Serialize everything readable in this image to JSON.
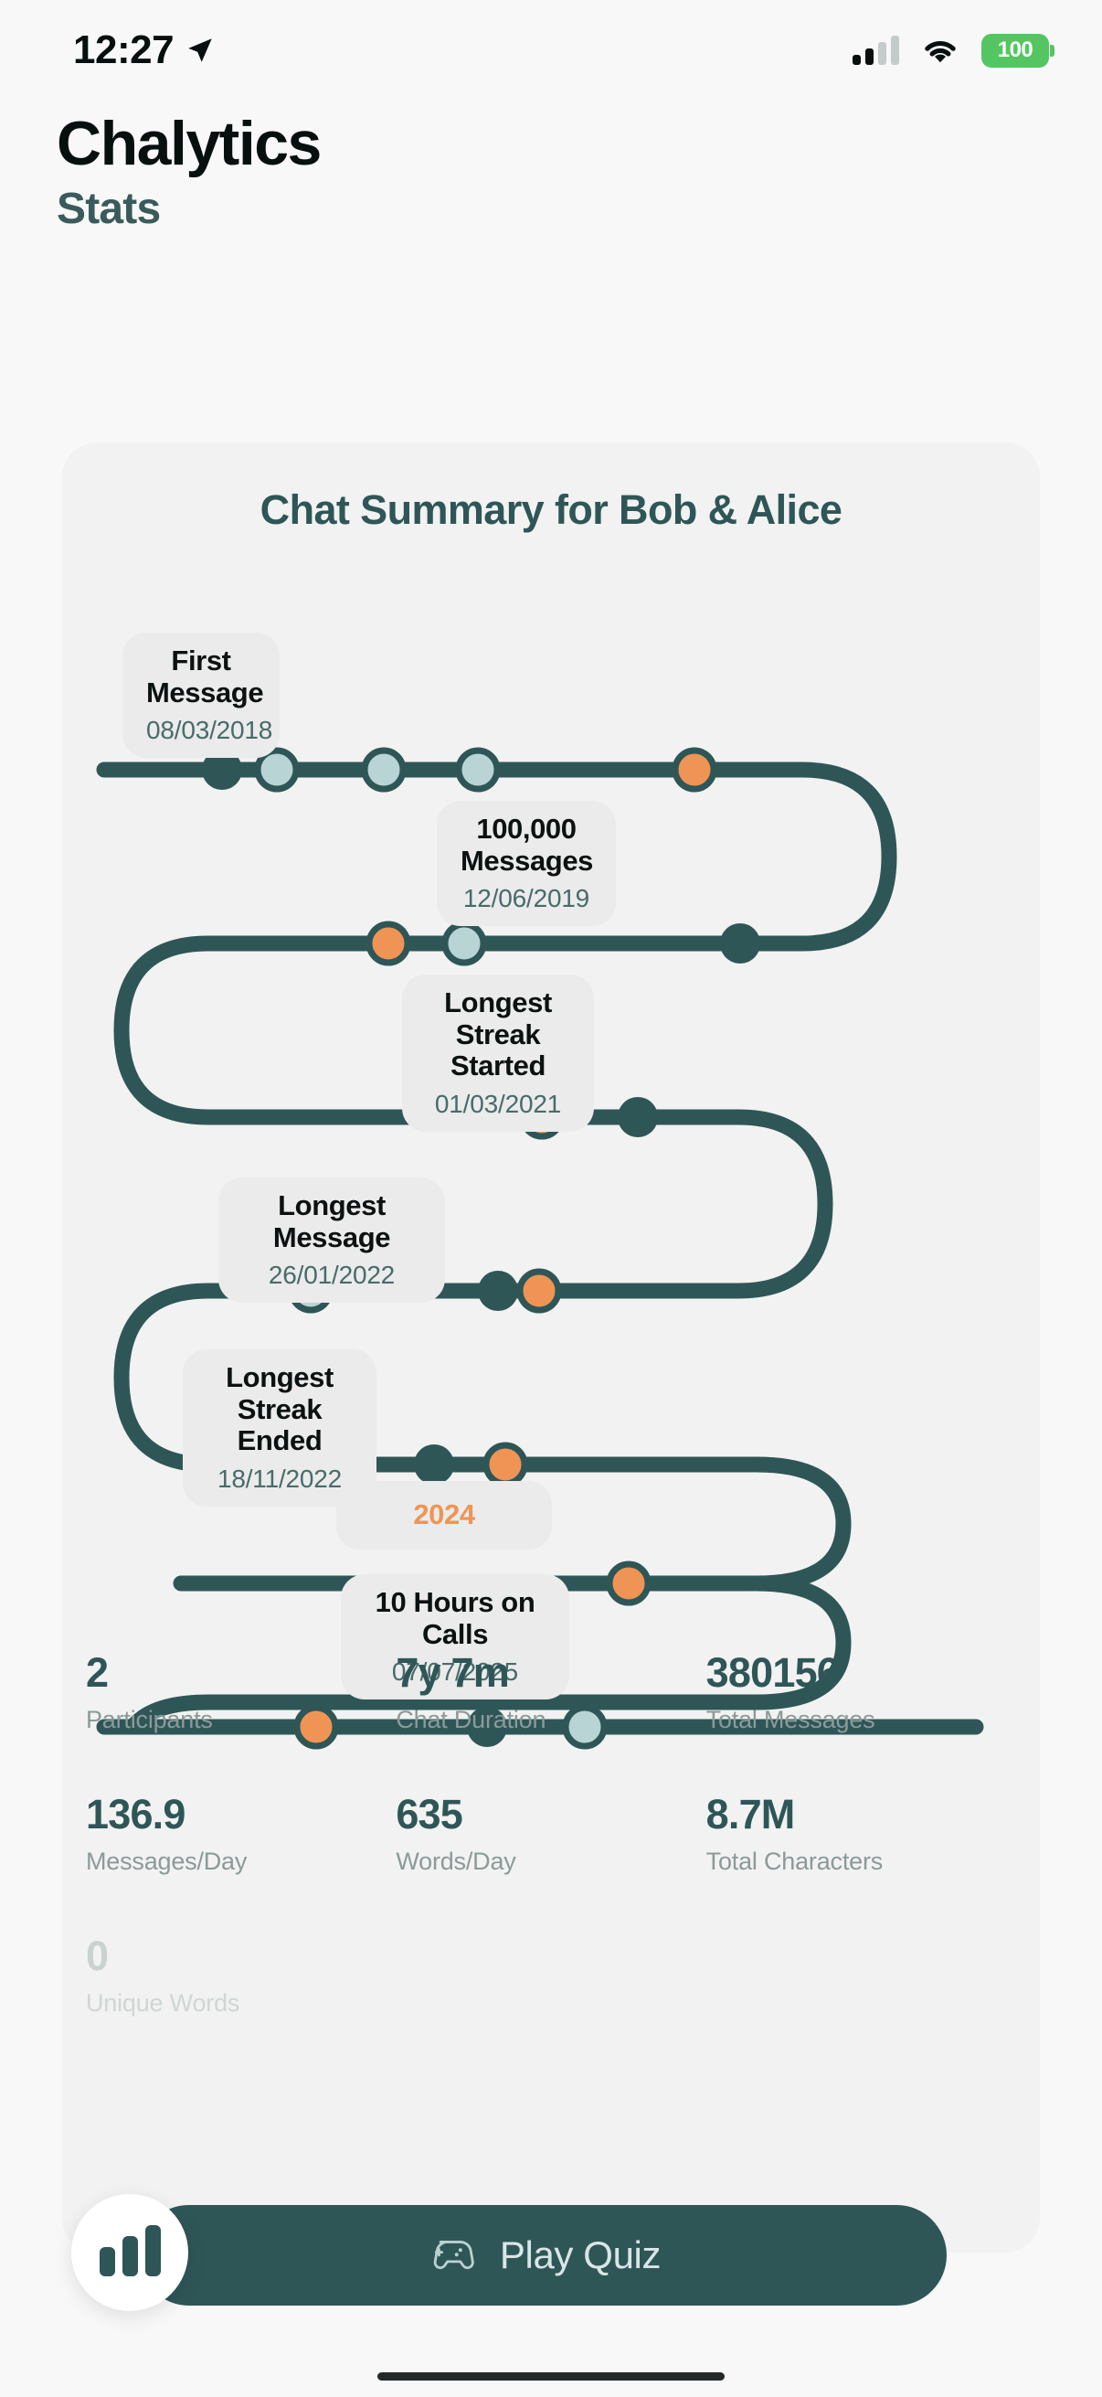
{
  "status_bar": {
    "time": "12:27",
    "location_icon": "location-arrow-icon",
    "signal_icon": "cellular-signal-icon",
    "wifi_icon": "wifi-icon",
    "battery_level": "100",
    "battery_color": "#53c661"
  },
  "header": {
    "app_title": "Chalytics",
    "page_subtitle": "Stats"
  },
  "card": {
    "title": "Chat Summary for Bob & Alice"
  },
  "theme": {
    "teal": "#2f5657",
    "orange": "#ef9454",
    "light_dot": "#b8d4d4",
    "card_bg": "#f1f2f1",
    "pill_bg": "#eaebea",
    "page_bg": "#f7f8f7"
  },
  "timeline": {
    "milestones": [
      {
        "label": "First Message",
        "date": "08/03/2018"
      },
      {
        "label": "100,000 Messages",
        "label_line1": "100,000",
        "label_line2": "Messages",
        "date": "12/06/2019"
      },
      {
        "label": "Longest Streak Started",
        "label_line1": "Longest Streak",
        "label_line2": "Started",
        "date": "01/03/2021"
      },
      {
        "label": "Longest Message",
        "date": "26/01/2022"
      },
      {
        "label": "Longest Streak Ended",
        "label_line1": "Longest",
        "label_line2": "Streak Ended",
        "date": "18/11/2022"
      },
      {
        "label": "2024",
        "date": ""
      },
      {
        "label": "10 Hours on Calls",
        "date": "07/07/2025"
      }
    ]
  },
  "stats": [
    {
      "value": "2",
      "label": "Participants"
    },
    {
      "value": "7y 7m",
      "label": "Chat Duration"
    },
    {
      "value": "380156",
      "label": "Total Messages"
    },
    {
      "value": "136.9",
      "label": "Messages/Day"
    },
    {
      "value": "635",
      "label": "Words/Day"
    },
    {
      "value": "8.7M",
      "label": "Total Characters"
    },
    {
      "value": "0",
      "label": "Unique Words"
    },
    {
      "value": "",
      "label": ""
    },
    {
      "value": "",
      "label": ""
    }
  ],
  "bottom": {
    "chart_fab_icon": "bar-chart-icon",
    "quiz_icon": "gamepad-icon",
    "quiz_label": "Play Quiz"
  }
}
